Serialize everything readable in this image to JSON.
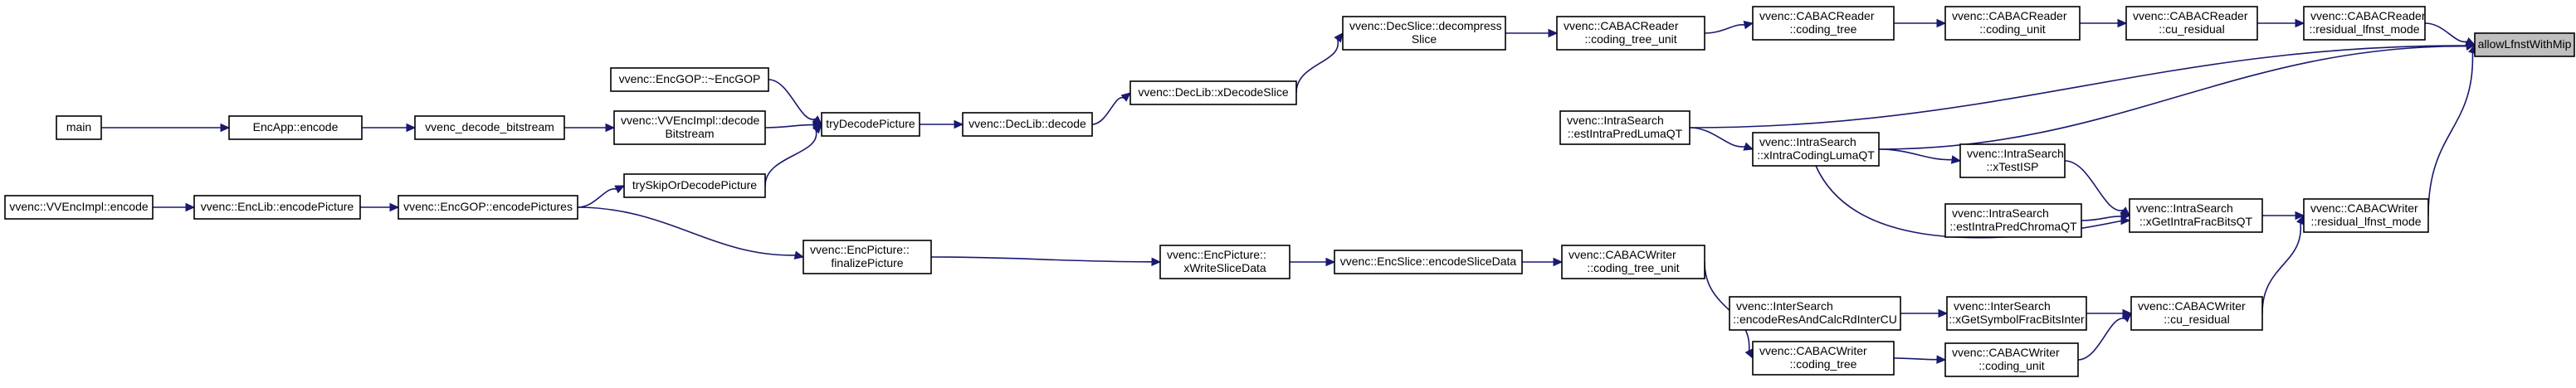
{
  "diagram": {
    "type": "call-graph",
    "colors": {
      "edge": "#191970",
      "root_fill": "#bfbfbf",
      "node_fill": "#ffffff",
      "border": "#000000"
    },
    "nodes": [
      {
        "id": "allow",
        "lines": [
          "allowLfnstWithMip"
        ],
        "root": true
      },
      {
        "id": "readerResidual",
        "lines": [
          "vvenc::CABACReader",
          "::residual_lfnst_mode"
        ]
      },
      {
        "id": "readerCuResidual",
        "lines": [
          "vvenc::CABACReader",
          "::cu_residual"
        ]
      },
      {
        "id": "readerCodingUnit",
        "lines": [
          "vvenc::CABACReader",
          "::coding_unit"
        ]
      },
      {
        "id": "readerCodingTree",
        "lines": [
          "vvenc::CABACReader",
          "::coding_tree"
        ]
      },
      {
        "id": "readerCTU",
        "lines": [
          "vvenc::CABACReader",
          "::coding_tree_unit"
        ]
      },
      {
        "id": "decSlice",
        "lines": [
          "vvenc::DecSlice::decompress",
          "Slice"
        ]
      },
      {
        "id": "xDecodeSlice",
        "lines": [
          "vvenc::DecLib::xDecodeSlice"
        ]
      },
      {
        "id": "decLibDecode",
        "lines": [
          "vvenc::DecLib::decode"
        ]
      },
      {
        "id": "tryDecode",
        "lines": [
          "tryDecodePicture"
        ]
      },
      {
        "id": "encGOPdtor",
        "lines": [
          "vvenc::EncGOP::~EncGOP"
        ]
      },
      {
        "id": "vvDecodeBitstream",
        "lines": [
          "vvenc::VVEncImpl::decode",
          "Bitstream"
        ]
      },
      {
        "id": "vvencDecodeBitstream",
        "lines": [
          "vvenc_decode_bitstream"
        ]
      },
      {
        "id": "encAppEncode",
        "lines": [
          "EncApp::encode"
        ]
      },
      {
        "id": "main",
        "lines": [
          "main"
        ]
      },
      {
        "id": "trySkip",
        "lines": [
          "trySkipOrDecodePicture"
        ]
      },
      {
        "id": "encPictures",
        "lines": [
          "vvenc::EncGOP::encodePictures"
        ]
      },
      {
        "id": "encLibEncode",
        "lines": [
          "vvenc::EncLib::encodePicture"
        ]
      },
      {
        "id": "vvImplEncode",
        "lines": [
          "vvenc::VVEncImpl::encode"
        ]
      },
      {
        "id": "finalize",
        "lines": [
          "vvenc::EncPicture::",
          "finalizePicture"
        ]
      },
      {
        "id": "xWriteSlice",
        "lines": [
          "vvenc::EncPicture::",
          "xWriteSliceData"
        ]
      },
      {
        "id": "encodeSliceData",
        "lines": [
          "vvenc::EncSlice::encodeSliceData"
        ]
      },
      {
        "id": "writerCTU",
        "lines": [
          "vvenc::CABACWriter",
          "::coding_tree_unit"
        ]
      },
      {
        "id": "writerCodingTree",
        "lines": [
          "vvenc::CABACWriter",
          "::coding_tree"
        ]
      },
      {
        "id": "writerCodingUnit",
        "lines": [
          "vvenc::CABACWriter",
          "::coding_unit"
        ]
      },
      {
        "id": "writerCuResidual",
        "lines": [
          "vvenc::CABACWriter",
          "::cu_residual"
        ]
      },
      {
        "id": "writerResidual",
        "lines": [
          "vvenc::CABACWriter",
          "::residual_lfnst_mode"
        ]
      },
      {
        "id": "xGetSymbol",
        "lines": [
          "vvenc::InterSearch",
          "::xGetSymbolFracBitsInter"
        ]
      },
      {
        "id": "encodeResAndCalc",
        "lines": [
          "vvenc::InterSearch",
          "::encodeResAndCalcRdInterCU"
        ]
      },
      {
        "id": "xGetIntraFrac",
        "lines": [
          "vvenc::IntraSearch",
          "::xGetIntraFracBitsQT"
        ]
      },
      {
        "id": "estIntraChroma",
        "lines": [
          "vvenc::IntraSearch",
          "::estIntraPredChromaQT"
        ]
      },
      {
        "id": "xTestISP",
        "lines": [
          "vvenc::IntraSearch",
          "::xTestISP"
        ]
      },
      {
        "id": "xIntraCoding",
        "lines": [
          "vvenc::IntraSearch",
          "::xIntraCodingLumaQT"
        ]
      },
      {
        "id": "estIntraLuma",
        "lines": [
          "vvenc::IntraSearch",
          "::estIntraPredLumaQT"
        ]
      }
    ],
    "edges": [
      [
        "readerResidual",
        "allow"
      ],
      [
        "readerCuResidual",
        "readerResidual"
      ],
      [
        "readerCodingUnit",
        "readerCuResidual"
      ],
      [
        "readerCodingTree",
        "readerCodingUnit"
      ],
      [
        "readerCTU",
        "readerCodingTree"
      ],
      [
        "decSlice",
        "readerCTU"
      ],
      [
        "xDecodeSlice",
        "decSlice"
      ],
      [
        "decLibDecode",
        "xDecodeSlice"
      ],
      [
        "tryDecode",
        "decLibDecode"
      ],
      [
        "encGOPdtor",
        "tryDecode"
      ],
      [
        "vvDecodeBitstream",
        "tryDecode"
      ],
      [
        "vvencDecodeBitstream",
        "vvDecodeBitstream"
      ],
      [
        "encAppEncode",
        "vvencDecodeBitstream"
      ],
      [
        "main",
        "encAppEncode"
      ],
      [
        "trySkip",
        "tryDecode"
      ],
      [
        "encPictures",
        "trySkip"
      ],
      [
        "encLibEncode",
        "encPictures"
      ],
      [
        "vvImplEncode",
        "encLibEncode"
      ],
      [
        "encPictures",
        "finalize"
      ],
      [
        "finalize",
        "xWriteSlice"
      ],
      [
        "xWriteSlice",
        "encodeSliceData"
      ],
      [
        "encodeSliceData",
        "writerCTU"
      ],
      [
        "writerCTU",
        "writerCodingTree"
      ],
      [
        "writerCodingTree",
        "writerCodingUnit"
      ],
      [
        "writerCodingUnit",
        "writerCuResidual"
      ],
      [
        "writerCuResidual",
        "writerResidual"
      ],
      [
        "writerResidual",
        "allow"
      ],
      [
        "encodeResAndCalc",
        "xGetSymbol"
      ],
      [
        "xGetSymbol",
        "writerCuResidual"
      ],
      [
        "xGetIntraFrac",
        "writerResidual"
      ],
      [
        "estIntraChroma",
        "xGetIntraFrac"
      ],
      [
        "xTestISP",
        "xGetIntraFrac"
      ],
      [
        "xIntraCoding",
        "xTestISP"
      ],
      [
        "xIntraCoding",
        "xGetIntraFrac"
      ],
      [
        "xIntraCoding",
        "allow"
      ],
      [
        "estIntraLuma",
        "xIntraCoding"
      ],
      [
        "estIntraLuma",
        "allow"
      ]
    ]
  }
}
